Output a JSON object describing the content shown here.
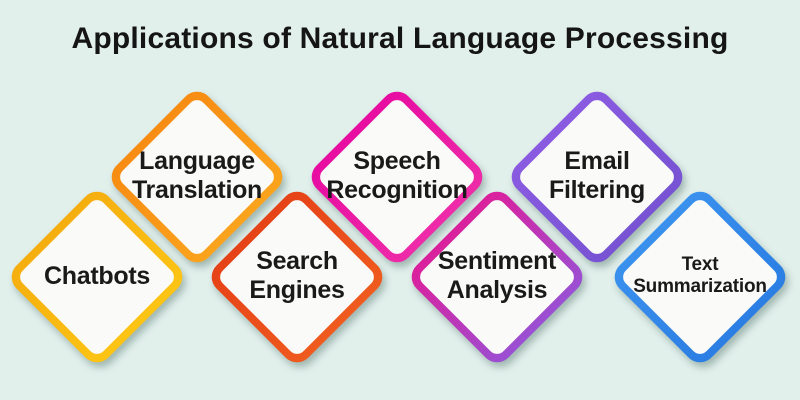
{
  "title": {
    "text": "Applications of Natural Language Processing",
    "color": "#151515"
  },
  "canvas": {
    "background": "#e2f0ec",
    "tile_fill": "#fafaf8",
    "label_color": "#1a1a1a"
  },
  "diamonds": [
    {
      "label": "Chatbots",
      "colors": [
        "#f5ae0f",
        "#fdc414"
      ]
    },
    {
      "label": "Language\nTranslation",
      "colors": [
        "#f78c13",
        "#fba31d"
      ]
    },
    {
      "label": "Search\nEngines",
      "colors": [
        "#e64217",
        "#ef5a1e"
      ]
    },
    {
      "label": "Speech\nRecognition",
      "colors": [
        "#e70da1",
        "#ee2ba9"
      ]
    },
    {
      "label": "Sentiment\nAnalysis",
      "colors": [
        "#dc209c",
        "#9b4fd3"
      ]
    },
    {
      "label": "Email\nFiltering",
      "colors": [
        "#8a5be0",
        "#7753d3"
      ]
    },
    {
      "label": "Text\nSummarization",
      "colors": [
        "#3a90ed",
        "#2b7ee3"
      ]
    }
  ]
}
